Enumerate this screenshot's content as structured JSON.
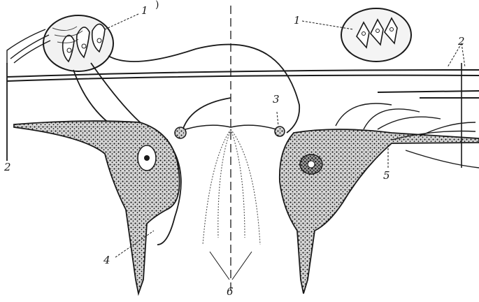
{
  "header_fragment": ")",
  "labels": {
    "cluster_left": "1",
    "cluster_right": "1",
    "fiber_top_right": "2",
    "fiber_left": "2",
    "synapse_center": "3",
    "dendrite_lower_left": "4",
    "axon_right": "5",
    "bottom_center": "6"
  },
  "colors": {
    "ink": "#1a1a1a",
    "paper": "#ffffff"
  }
}
